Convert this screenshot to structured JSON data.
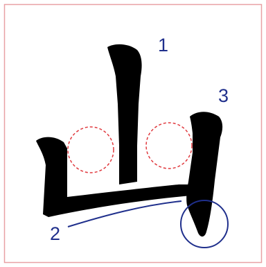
{
  "character": "山",
  "stroke_numbers": [
    "1",
    "2",
    "3"
  ],
  "colors": {
    "frame": "#e8a0a4",
    "ink": "#000000",
    "number": "#1f2f8c",
    "dashed_circle": "#e0393e",
    "guide": "#1f2f8c"
  }
}
